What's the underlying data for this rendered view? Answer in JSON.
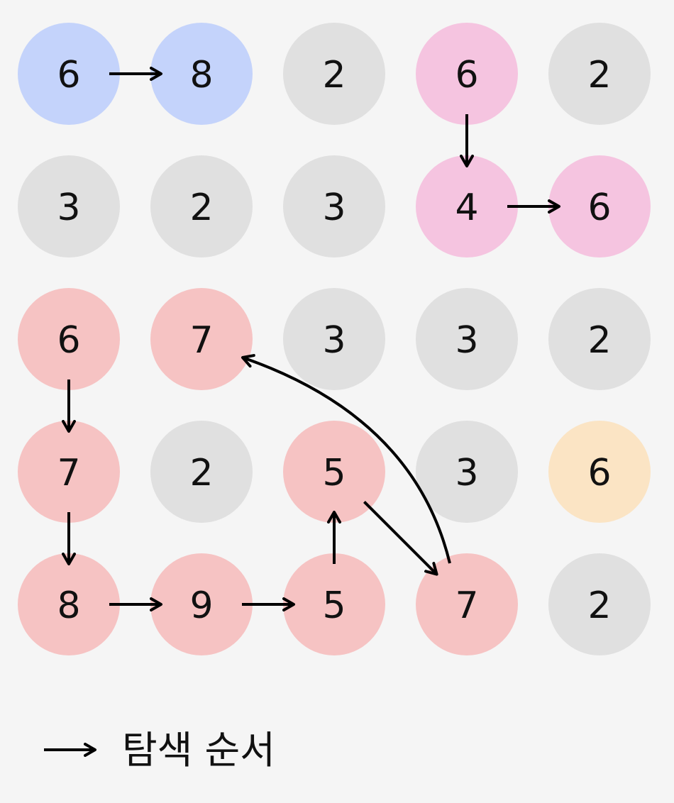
{
  "grid": {
    "rows": [
      [
        6,
        8,
        2,
        6,
        2
      ],
      [
        3,
        2,
        3,
        4,
        6
      ],
      [
        6,
        7,
        3,
        3,
        2
      ],
      [
        7,
        2,
        5,
        3,
        6
      ],
      [
        8,
        9,
        5,
        7,
        2
      ]
    ],
    "groups": [
      [
        "blue",
        "blue",
        "gray",
        "pink",
        "gray"
      ],
      [
        "gray",
        "gray",
        "gray",
        "pink",
        "pink"
      ],
      [
        "red",
        "red",
        "gray",
        "gray",
        "gray"
      ],
      [
        "red",
        "gray",
        "red",
        "gray",
        "orange"
      ],
      [
        "red",
        "red",
        "red",
        "red",
        "gray"
      ]
    ]
  },
  "colors": {
    "blue": "#c4d3fb",
    "gray": "#e0e0e0",
    "pink": "#f5c4e0",
    "red": "#f6c3c3",
    "orange": "#fbe4c4"
  },
  "arrows": [
    {
      "from": [
        0,
        0
      ],
      "to": [
        0,
        1
      ]
    },
    {
      "from": [
        0,
        3
      ],
      "to": [
        1,
        3
      ]
    },
    {
      "from": [
        1,
        3
      ],
      "to": [
        1,
        4
      ]
    },
    {
      "from": [
        2,
        0
      ],
      "to": [
        3,
        0
      ]
    },
    {
      "from": [
        3,
        0
      ],
      "to": [
        4,
        0
      ]
    },
    {
      "from": [
        4,
        0
      ],
      "to": [
        4,
        1
      ]
    },
    {
      "from": [
        4,
        1
      ],
      "to": [
        4,
        2
      ]
    },
    {
      "from": [
        4,
        2
      ],
      "to": [
        3,
        2
      ]
    },
    {
      "from": [
        3,
        2
      ],
      "to": [
        4,
        3
      ]
    },
    {
      "from": [
        4,
        3
      ],
      "to": [
        2,
        1
      ],
      "curved": true
    }
  ],
  "legend": {
    "label": "탐색 순서"
  }
}
